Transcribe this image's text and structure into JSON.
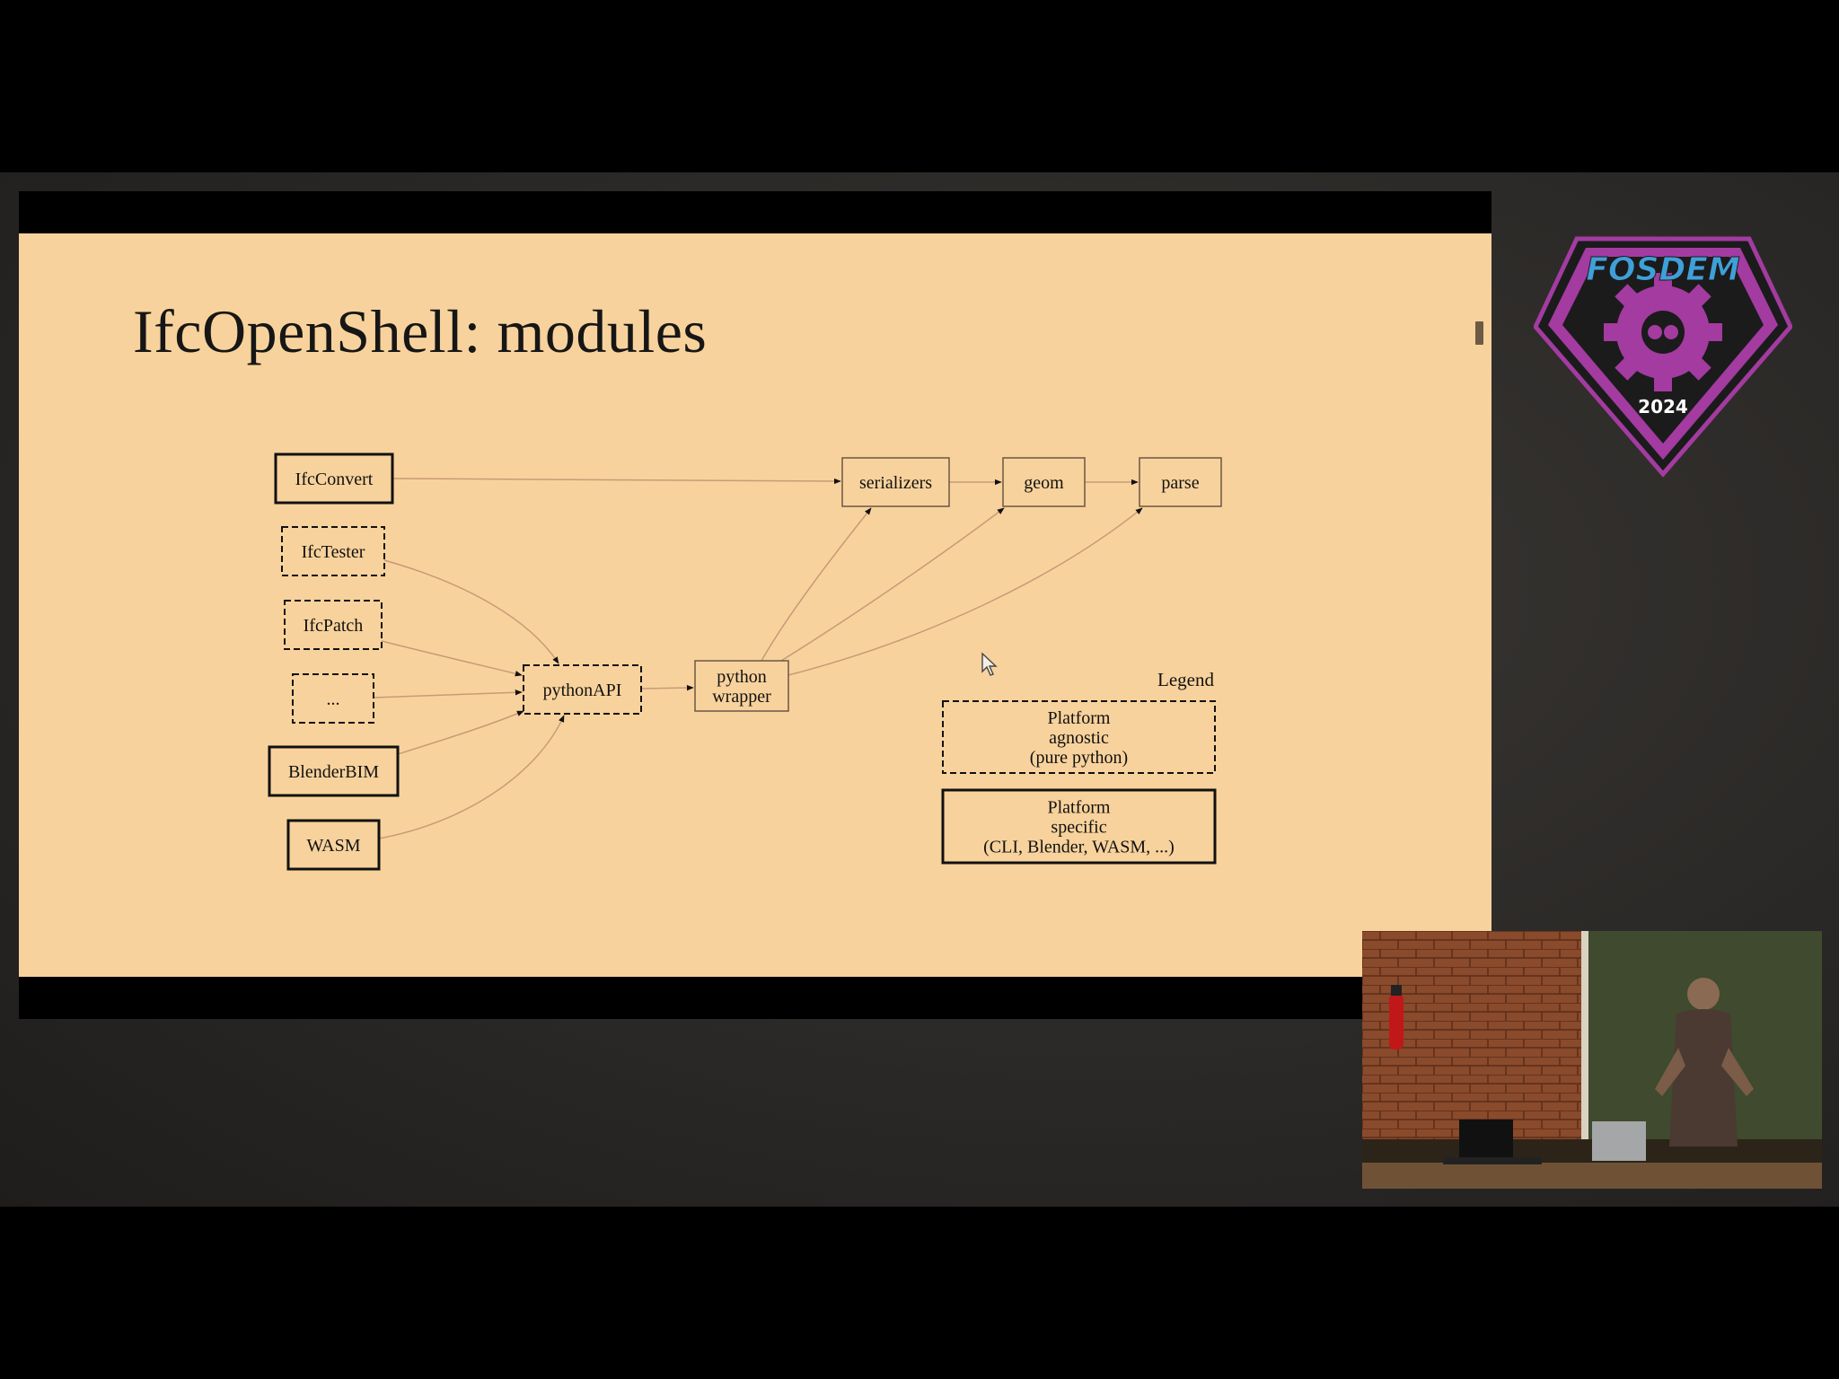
{
  "slide": {
    "title": "IfcOpenShell: modules"
  },
  "diagram": {
    "nodes": [
      {
        "id": "ifcconvert",
        "lines": [
          "IfcConvert"
        ],
        "style": "solid-bold"
      },
      {
        "id": "ifctester",
        "lines": [
          "IfcTester"
        ],
        "style": "dashed"
      },
      {
        "id": "ifcpatch",
        "lines": [
          "IfcPatch"
        ],
        "style": "dashed"
      },
      {
        "id": "ellipsis",
        "lines": [
          "..."
        ],
        "style": "dashed"
      },
      {
        "id": "blenderbim",
        "lines": [
          "BlenderBIM"
        ],
        "style": "solid-bold"
      },
      {
        "id": "wasm",
        "lines": [
          "WASM"
        ],
        "style": "solid-bold"
      },
      {
        "id": "pythonapi",
        "lines": [
          "pythonAPI"
        ],
        "style": "dashed"
      },
      {
        "id": "pythonwrapper",
        "lines": [
          "python",
          "wrapper"
        ],
        "style": "solid"
      },
      {
        "id": "serializers",
        "lines": [
          "serializers"
        ],
        "style": "solid"
      },
      {
        "id": "geom",
        "lines": [
          "geom"
        ],
        "style": "solid"
      },
      {
        "id": "parse",
        "lines": [
          "parse"
        ],
        "style": "solid"
      }
    ],
    "edges": [
      [
        "ifcconvert",
        "serializers"
      ],
      [
        "serializers",
        "geom"
      ],
      [
        "geom",
        "parse"
      ],
      [
        "ifctester",
        "pythonapi"
      ],
      [
        "ifcpatch",
        "pythonapi"
      ],
      [
        "ellipsis",
        "pythonapi"
      ],
      [
        "blenderbim",
        "pythonapi"
      ],
      [
        "wasm",
        "pythonapi"
      ],
      [
        "pythonapi",
        "pythonwrapper"
      ],
      [
        "pythonwrapper",
        "serializers"
      ],
      [
        "pythonwrapper",
        "geom"
      ],
      [
        "pythonwrapper",
        "parse"
      ]
    ],
    "legend": {
      "title": "Legend",
      "items": [
        {
          "style": "dashed",
          "lines": [
            "Platform",
            "agnostic",
            "(pure python)"
          ]
        },
        {
          "style": "solid-bold",
          "lines": [
            "Platform",
            "specific",
            "(CLI, Blender, WASM, ...)"
          ]
        }
      ]
    }
  },
  "badge": {
    "wordmark": "FOSDEM",
    "year": "2024",
    "colors": {
      "purple": "#a33ba0",
      "blue": "#3fa0d8",
      "dark": "#1b1b1b"
    }
  },
  "colors": {
    "slide_bg": "#f8d29c",
    "edge": "#c89a78",
    "node_border": "#111111"
  },
  "camera_inset": {
    "icon": "speaker-video-inset"
  }
}
